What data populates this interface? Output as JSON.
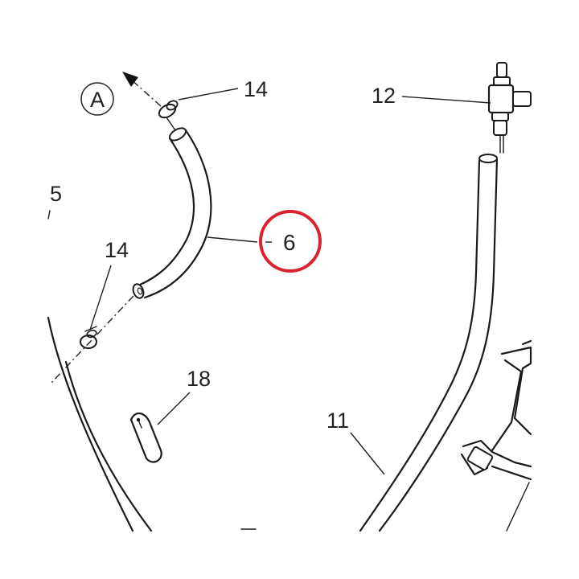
{
  "labels": {
    "circle_a": "A",
    "clip_top": "14",
    "clip_left": "14",
    "hose_short": "6",
    "tee_fitting": "12",
    "hose_long": "11",
    "grommet": "18",
    "edge_ref": "5"
  },
  "colors": {
    "highlight": "#d9232f",
    "line": "#1a1a1a",
    "background": "#ffffff"
  }
}
